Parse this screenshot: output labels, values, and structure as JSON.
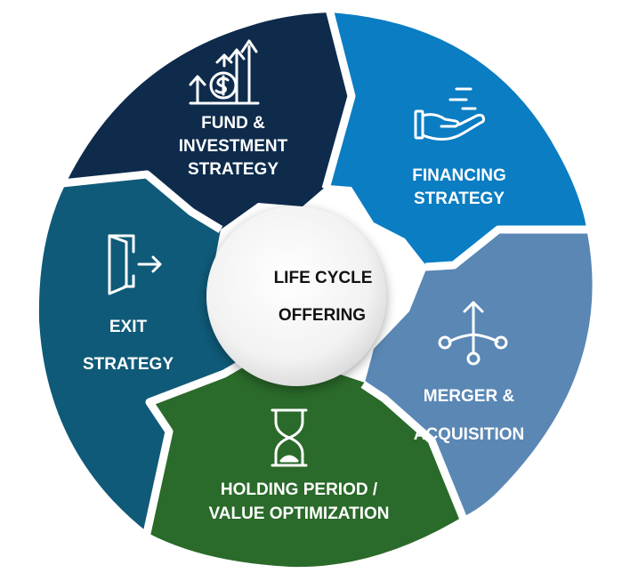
{
  "center": {
    "line1": "LIFE CYCLE",
    "line2": "OFFERING"
  },
  "segments": [
    {
      "id": "fund",
      "color": "#0e2b4c",
      "icon": "money-growth-icon",
      "lines": [
        "FUND &",
        "INVESTMENT",
        "STRATEGY"
      ]
    },
    {
      "id": "financing",
      "color": "#0a7dc3",
      "icon": "hand-coins-icon",
      "lines": [
        "FINANCING",
        "STRATEGY"
      ]
    },
    {
      "id": "merger",
      "color": "#5a87b4",
      "icon": "merge-arrow-icon",
      "lines": [
        "MERGER &",
        "ACQUISITION"
      ]
    },
    {
      "id": "holding",
      "color": "#2a6a2a",
      "icon": "hourglass-icon",
      "lines": [
        "HOLDING PERIOD /",
        "VALUE OPTIMIZATION"
      ]
    },
    {
      "id": "exit",
      "color": "#0f5a78",
      "icon": "exit-door-icon",
      "lines": [
        "EXIT",
        "STRATEGY"
      ]
    }
  ]
}
